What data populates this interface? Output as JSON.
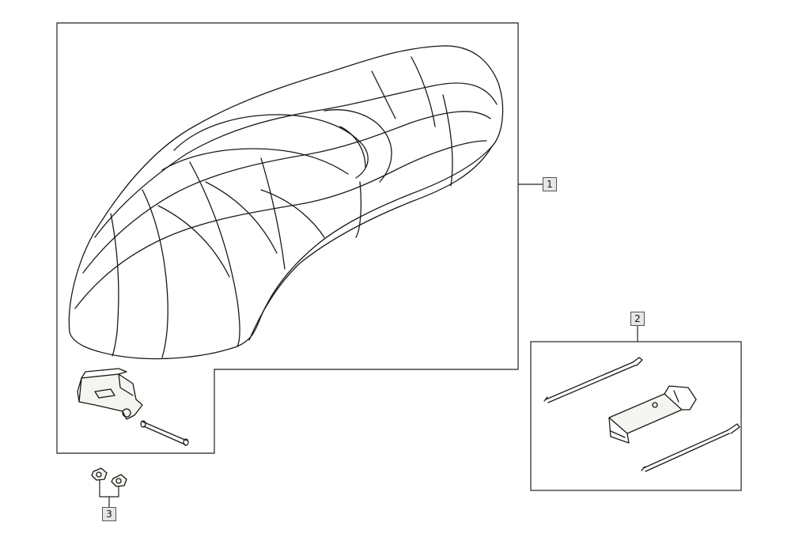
{
  "callouts": {
    "seat_assembly": "1",
    "tool_kit": "2",
    "nuts": "3"
  },
  "colors": {
    "line": "#1a1a14",
    "callout_fill": "#e6e6e6",
    "background": "#ffffff"
  }
}
